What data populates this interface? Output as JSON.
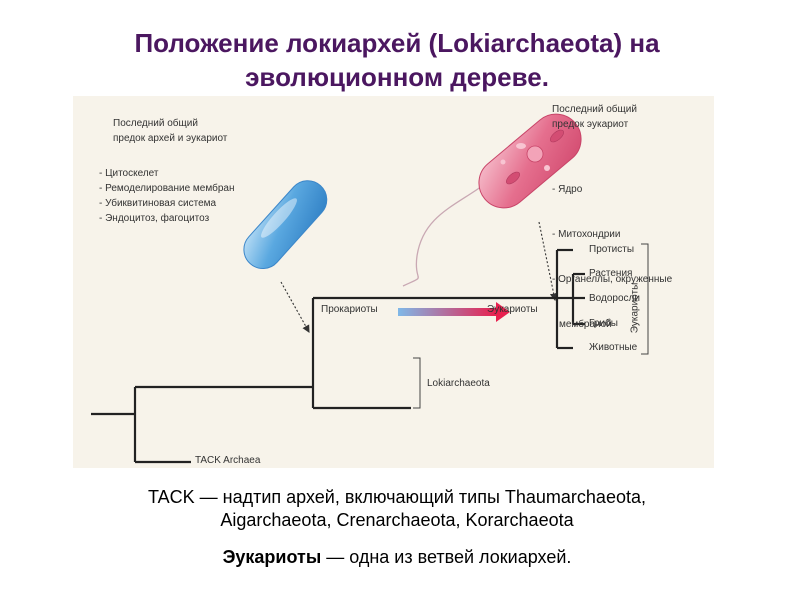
{
  "title": {
    "line1": "Положение локиархей (Lokiarchaeota) на",
    "line2": "эволюционном дереве."
  },
  "figure": {
    "lca_archaea_eukaryotes": {
      "heading": [
        "Последний общий",
        "предок архей и эукариот"
      ],
      "features": [
        "- Цитоскелет",
        "- Ремоделирование мембран",
        "- Убиквитиновая система",
        "- Эндоцитоз, фагоцитоз"
      ]
    },
    "lca_eukaryotes": {
      "heading": [
        "Последний общий",
        "предок эукариот"
      ],
      "features": [
        "- Ядро",
        "- Митохондрии",
        "- Органеллы, окруженные",
        "  мембраной"
      ]
    },
    "eukaryote_branches": [
      "Протисты",
      "Растения",
      "Водоросли",
      "Грибы",
      "Животные"
    ],
    "eukaryotes_group_label": "Эукариоты",
    "transition": {
      "from": "Прокариоты",
      "to": "Эукариоты"
    },
    "clades": {
      "lokiarchaeota": "Lokiarchaeota",
      "tack": "TACK Archaea"
    },
    "colors": {
      "archaeon_cell": "#5aa8e0",
      "eukaryote_cell": "#e56f8e",
      "arrow_gradient_start": "#7fb8e8",
      "arrow_gradient_end": "#e8204f",
      "tree_lines": "#222222",
      "figure_background": "#f7f3ea"
    }
  },
  "captions": {
    "tack_line1": "TACK — надтип архей, включающий типы Thaumarchaeota,",
    "tack_line2": "Aigarchaeota, Crenarchaeota, Korarchaeota",
    "eukaryotes_bold": "Эукариоты",
    "eukaryotes_rest": " — одна из ветвей локиархей."
  }
}
